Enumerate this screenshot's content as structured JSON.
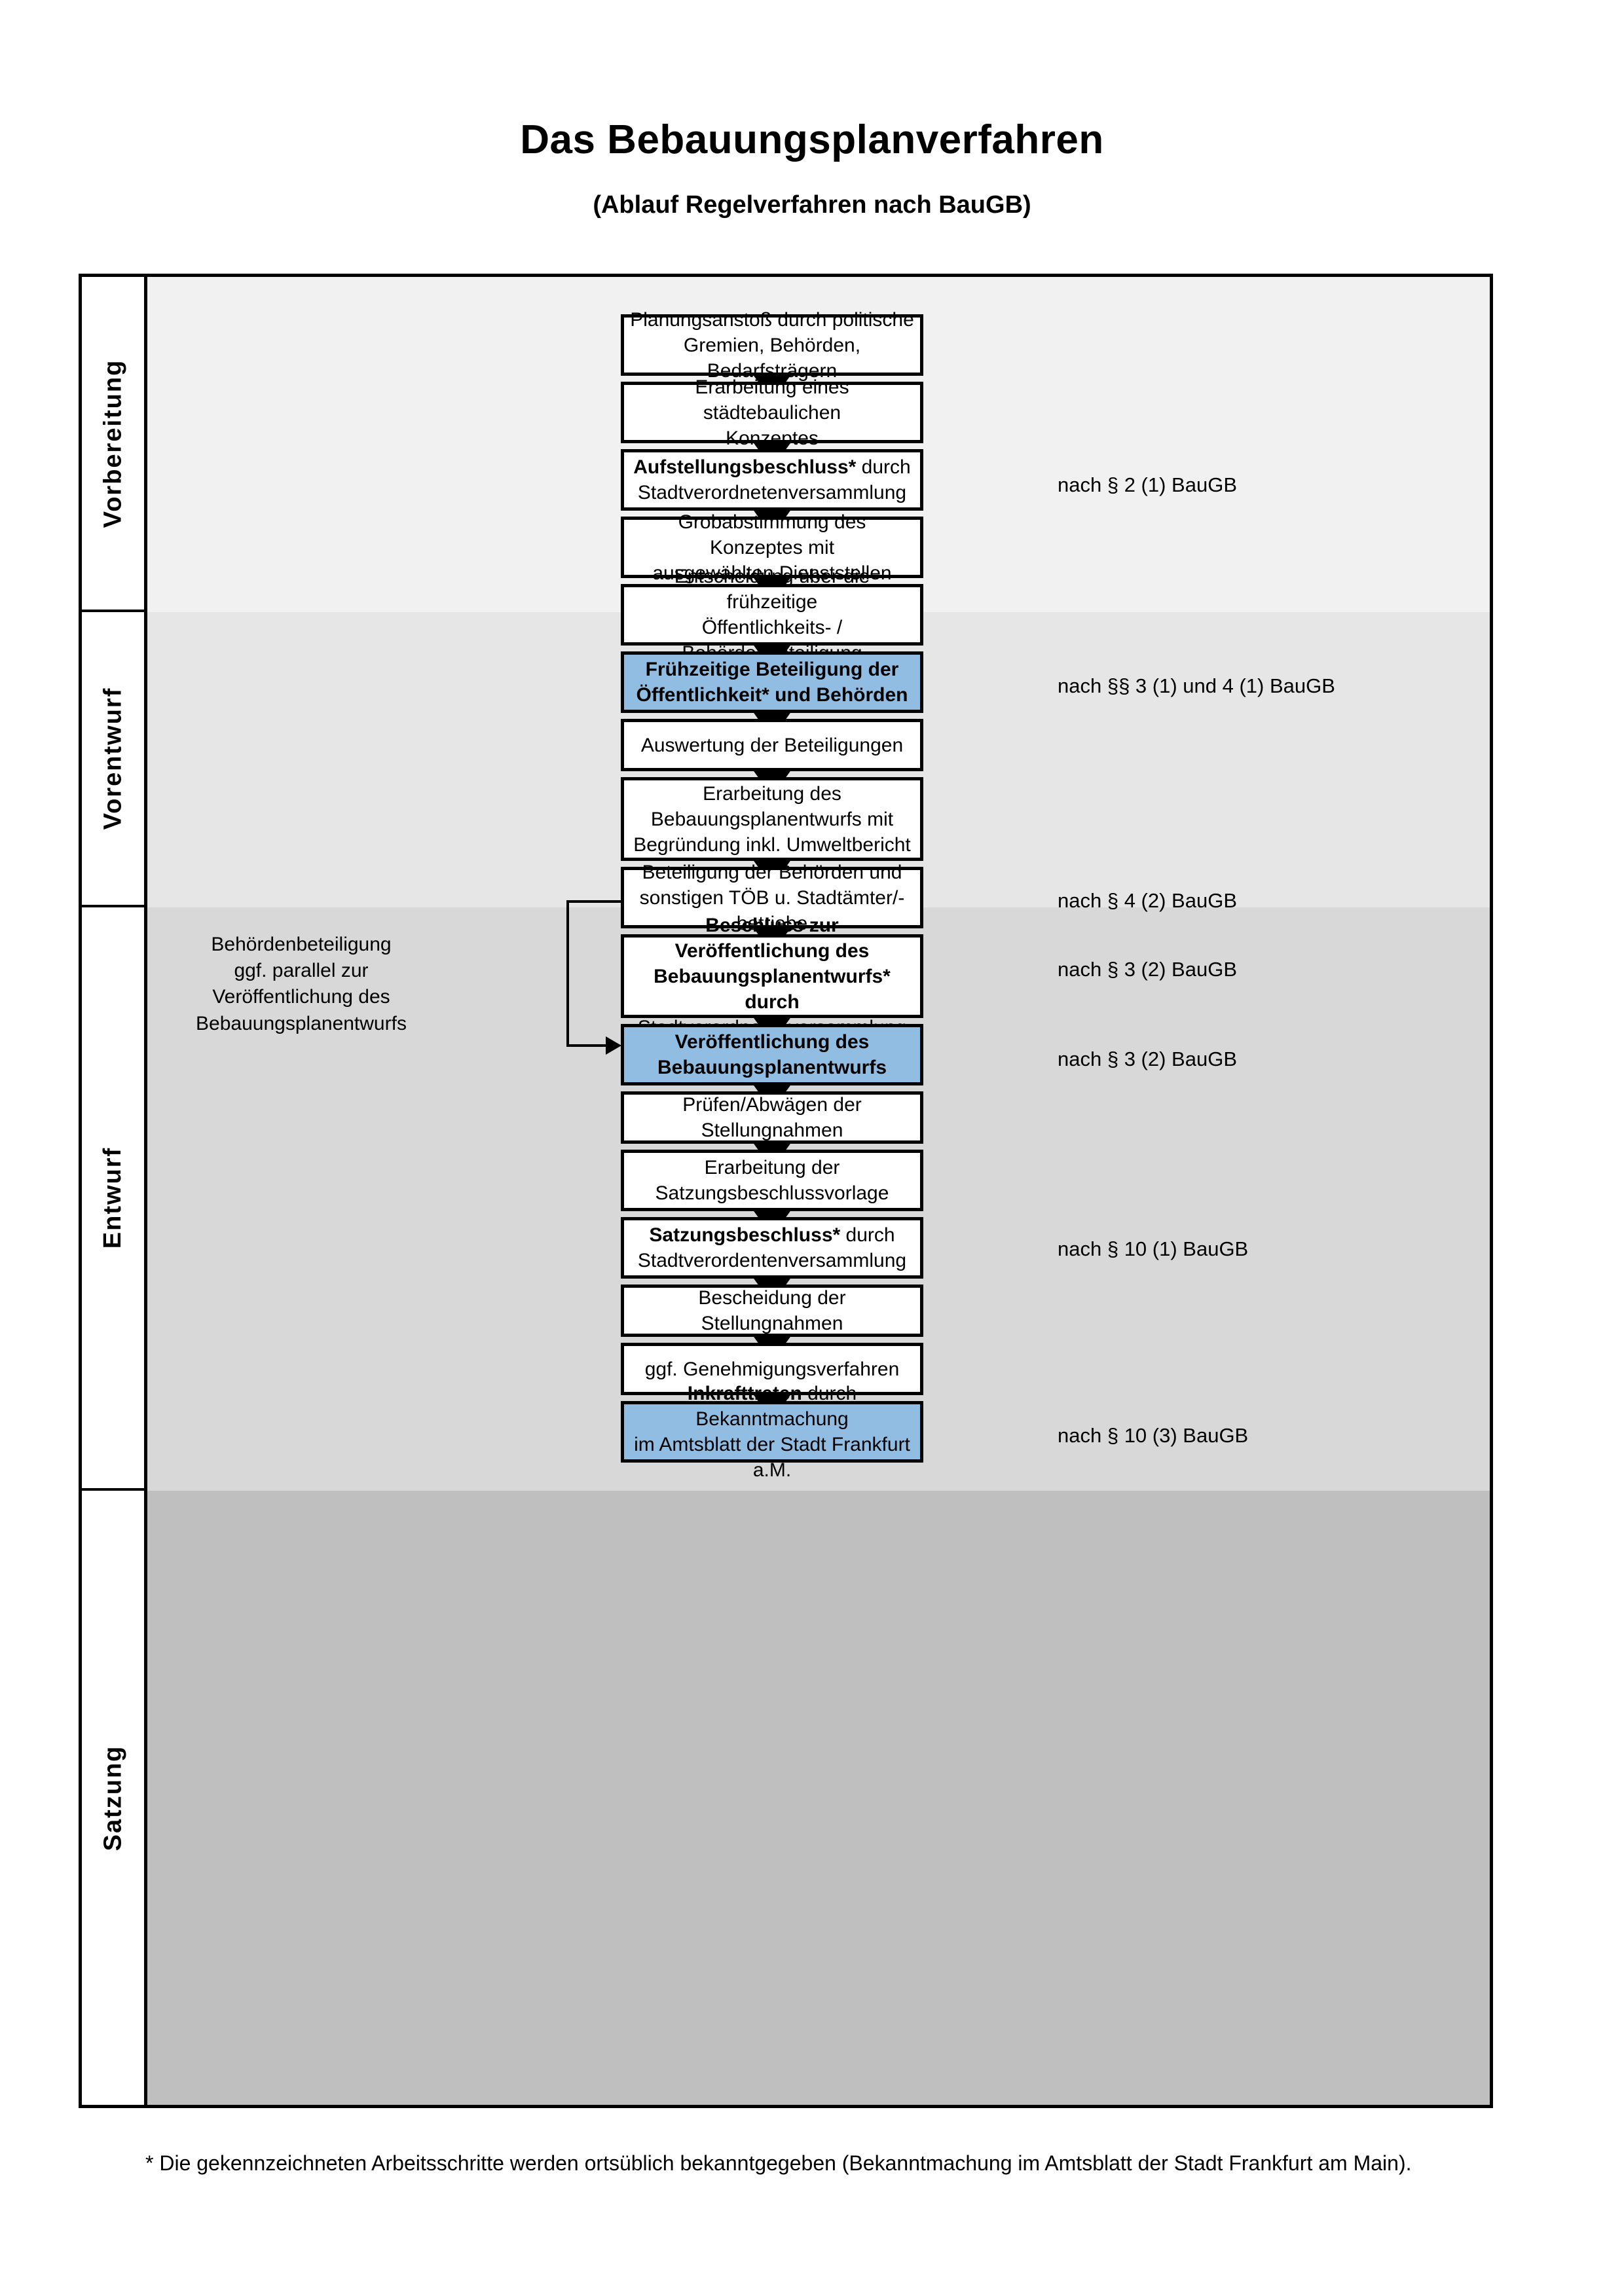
{
  "header": {
    "title": "Das Bebauungsplanverfahren",
    "subtitle": "(Ablauf Regelverfahren nach BauGB)"
  },
  "colors": {
    "highlight_box": "#92bde2",
    "band_vorbereitung": "#f1f1f1",
    "band_vorentwurf": "#e6e6e6",
    "band_entwurf": "#d8d8d8",
    "band_satzung": "#bfbfbf",
    "outline": "#000000"
  },
  "phases": [
    {
      "id": "vorbereitung",
      "label": "Vorbereitung"
    },
    {
      "id": "vorentwurf",
      "label": "Vorentwurf"
    },
    {
      "id": "entwurf",
      "label": "Entwurf"
    },
    {
      "id": "satzung",
      "label": "Satzung"
    }
  ],
  "steps": [
    {
      "id": "s1",
      "phase": "vorbereitung",
      "highlight": false,
      "lines": [
        "Planungsanstoß durch politische",
        "Gremien, Behörden, Bedarfsträgern"
      ],
      "bold_prefix": ""
    },
    {
      "id": "s2",
      "phase": "vorbereitung",
      "highlight": false,
      "lines": [
        "Erarbeitung eines städtebaulichen",
        "Konzeptes"
      ],
      "bold_prefix": ""
    },
    {
      "id": "s3",
      "phase": "vorbereitung",
      "highlight": false,
      "lines": [
        "Aufstellungsbeschluss* durch",
        "Stadtverordnetenversammlung"
      ],
      "bold_prefix": "Aufstellungsbeschluss*"
    },
    {
      "id": "s4",
      "phase": "vorentwurf",
      "highlight": false,
      "lines": [
        "Grobabstimmung des Konzeptes mit",
        "ausgewählten Dienststellen"
      ],
      "bold_prefix": ""
    },
    {
      "id": "s5",
      "phase": "vorentwurf",
      "highlight": false,
      "lines": [
        "Entscheidung über die frühzeitige",
        "Öffentlichkeits- / Behördenbeteiligung"
      ],
      "bold_prefix": ""
    },
    {
      "id": "s6",
      "phase": "vorentwurf",
      "highlight": true,
      "lines": [
        "Frühzeitige Beteiligung der",
        "Öffentlichkeit* und Behörden"
      ],
      "bold_prefix": "ALL"
    },
    {
      "id": "s7",
      "phase": "entwurf",
      "highlight": false,
      "lines": [
        "Auswertung der Beteiligungen"
      ],
      "bold_prefix": ""
    },
    {
      "id": "s8",
      "phase": "entwurf",
      "highlight": false,
      "lines": [
        "Erarbeitung des",
        "Bebauungsplanentwurfs mit",
        "Begründung inkl. Umweltbericht"
      ],
      "bold_prefix": ""
    },
    {
      "id": "s9",
      "phase": "entwurf",
      "highlight": false,
      "lines": [
        "Beteiligung der Behörden und",
        "sonstigen TÖB u. Stadtämter/-betriebe"
      ],
      "bold_prefix": ""
    },
    {
      "id": "s10",
      "phase": "entwurf",
      "highlight": false,
      "lines": [
        "Beschluss zur Veröffentlichung des",
        "Bebauungsplanentwurfs* durch",
        "Stadtverordnetenversammlung"
      ],
      "bold_prefix": "Beschluss zur Veröffentlichung des Bebauungsplanentwurfs*"
    },
    {
      "id": "s11",
      "phase": "entwurf",
      "highlight": true,
      "lines": [
        "Veröffentlichung des",
        "Bebauungsplanentwurfs"
      ],
      "bold_prefix": "ALL"
    },
    {
      "id": "s12",
      "phase": "satzung",
      "highlight": false,
      "lines": [
        "Prüfen/Abwägen der Stellungnahmen"
      ],
      "bold_prefix": ""
    },
    {
      "id": "s13",
      "phase": "satzung",
      "highlight": false,
      "lines": [
        "Erarbeitung der",
        "Satzungsbeschlussvorlage"
      ],
      "bold_prefix": ""
    },
    {
      "id": "s14",
      "phase": "satzung",
      "highlight": false,
      "lines": [
        "Satzungsbeschluss* durch",
        "Stadtverordentenversammlung"
      ],
      "bold_prefix": "Satzungsbeschluss*"
    },
    {
      "id": "s15",
      "phase": "satzung",
      "highlight": false,
      "lines": [
        "Bescheidung der Stellungnahmen"
      ],
      "bold_prefix": ""
    },
    {
      "id": "s16",
      "phase": "satzung",
      "highlight": false,
      "lines": [
        "ggf. Genehmigungsverfahren"
      ],
      "bold_prefix": ""
    },
    {
      "id": "s17",
      "phase": "satzung",
      "highlight": true,
      "lines": [
        "Inkrafttreten durch Bekanntmachung",
        "im Amtsblatt der Stadt Frankfurt a.M."
      ],
      "bold_prefix": "Inkrafttreten"
    }
  ],
  "legal_refs": [
    {
      "id": "r1",
      "text": "nach § 2 (1) BauGB"
    },
    {
      "id": "r2",
      "text": "nach §§ 3 (1) und 4 (1) BauGB"
    },
    {
      "id": "r3",
      "text": "nach § 4 (2) BauGB"
    },
    {
      "id": "r4",
      "text": "nach § 3 (2) BauGB"
    },
    {
      "id": "r5",
      "text": "nach § 3 (2) BauGB"
    },
    {
      "id": "r6",
      "text": "nach § 10 (1) BauGB"
    },
    {
      "id": "r7",
      "text": "nach § 10 (3) BauGB"
    }
  ],
  "side_note": {
    "lines": [
      "Behördenbeteiligung",
      "ggf. parallel zur",
      "Veröffentlichung des",
      "Bebauungsplanentwurfs"
    ]
  },
  "footnote": {
    "text": "* Die gekennzeichneten Arbeitsschritte werden ortsüblich bekanntgegeben (Bekanntmachung im Amtsblatt  der Stadt Frankfurt am Main)."
  }
}
